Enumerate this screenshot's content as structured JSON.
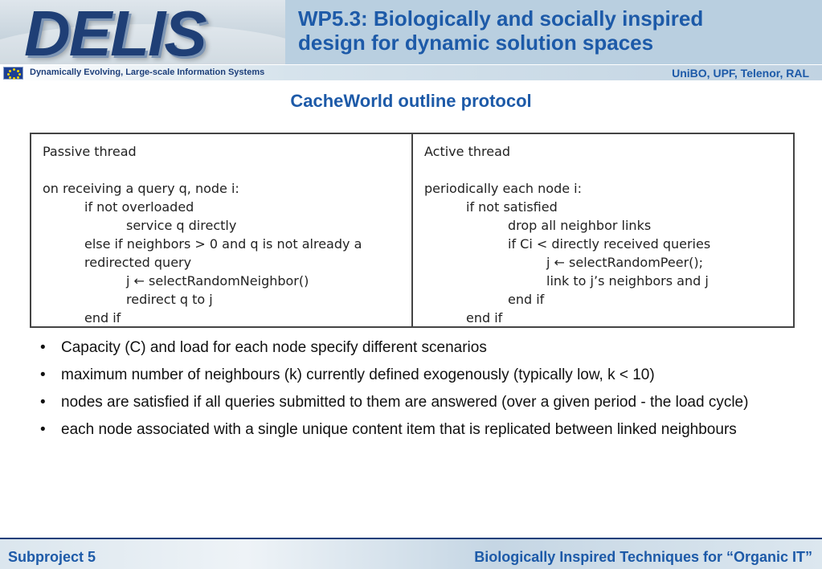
{
  "header": {
    "logo_text": "DELIS",
    "title_line1": "WP5.3: Biologically and socially inspired",
    "title_line2": "design for dynamic solution spaces",
    "tagline": "Dynamically Evolving, Large-scale Information Systems",
    "partners": "UniBO, UPF, Telenor, RAL",
    "logo_icon": "eu-flag-icon"
  },
  "slide": {
    "title": "CacheWorld outline protocol"
  },
  "protocol": {
    "passive": {
      "heading": "Passive thread",
      "lines": [
        "on receiving a query q, node i:",
        "if not overloaded",
        "service q directly",
        "else if neighbors > 0 and q is not already a",
        "redirected query",
        "j ← selectRandomNeighbor()",
        "redirect q to j",
        "end if"
      ]
    },
    "active": {
      "heading": "Active thread",
      "lines": [
        "periodically each node i:",
        "if not satisfied",
        "drop all neighbor links",
        "if Ci < directly received queries",
        "j ← selectRandomPeer();",
        "link to j’s neighbors and j",
        "end if",
        "end if"
      ]
    }
  },
  "bullets": {
    "marker": "•",
    "items": [
      "Capacity (C) and load for each node specify different scenarios",
      "maximum number of neighbours (k) currently defined exogenously (typically low, k < 10)",
      "nodes are satisfied if all queries submitted to them are answered (over a given period - the load cycle)",
      "each node associated with a single unique content item that is replicated between linked neighbours"
    ]
  },
  "footer": {
    "left": "Subproject 5",
    "right": "Biologically Inspired Techniques for “Organic IT”"
  }
}
